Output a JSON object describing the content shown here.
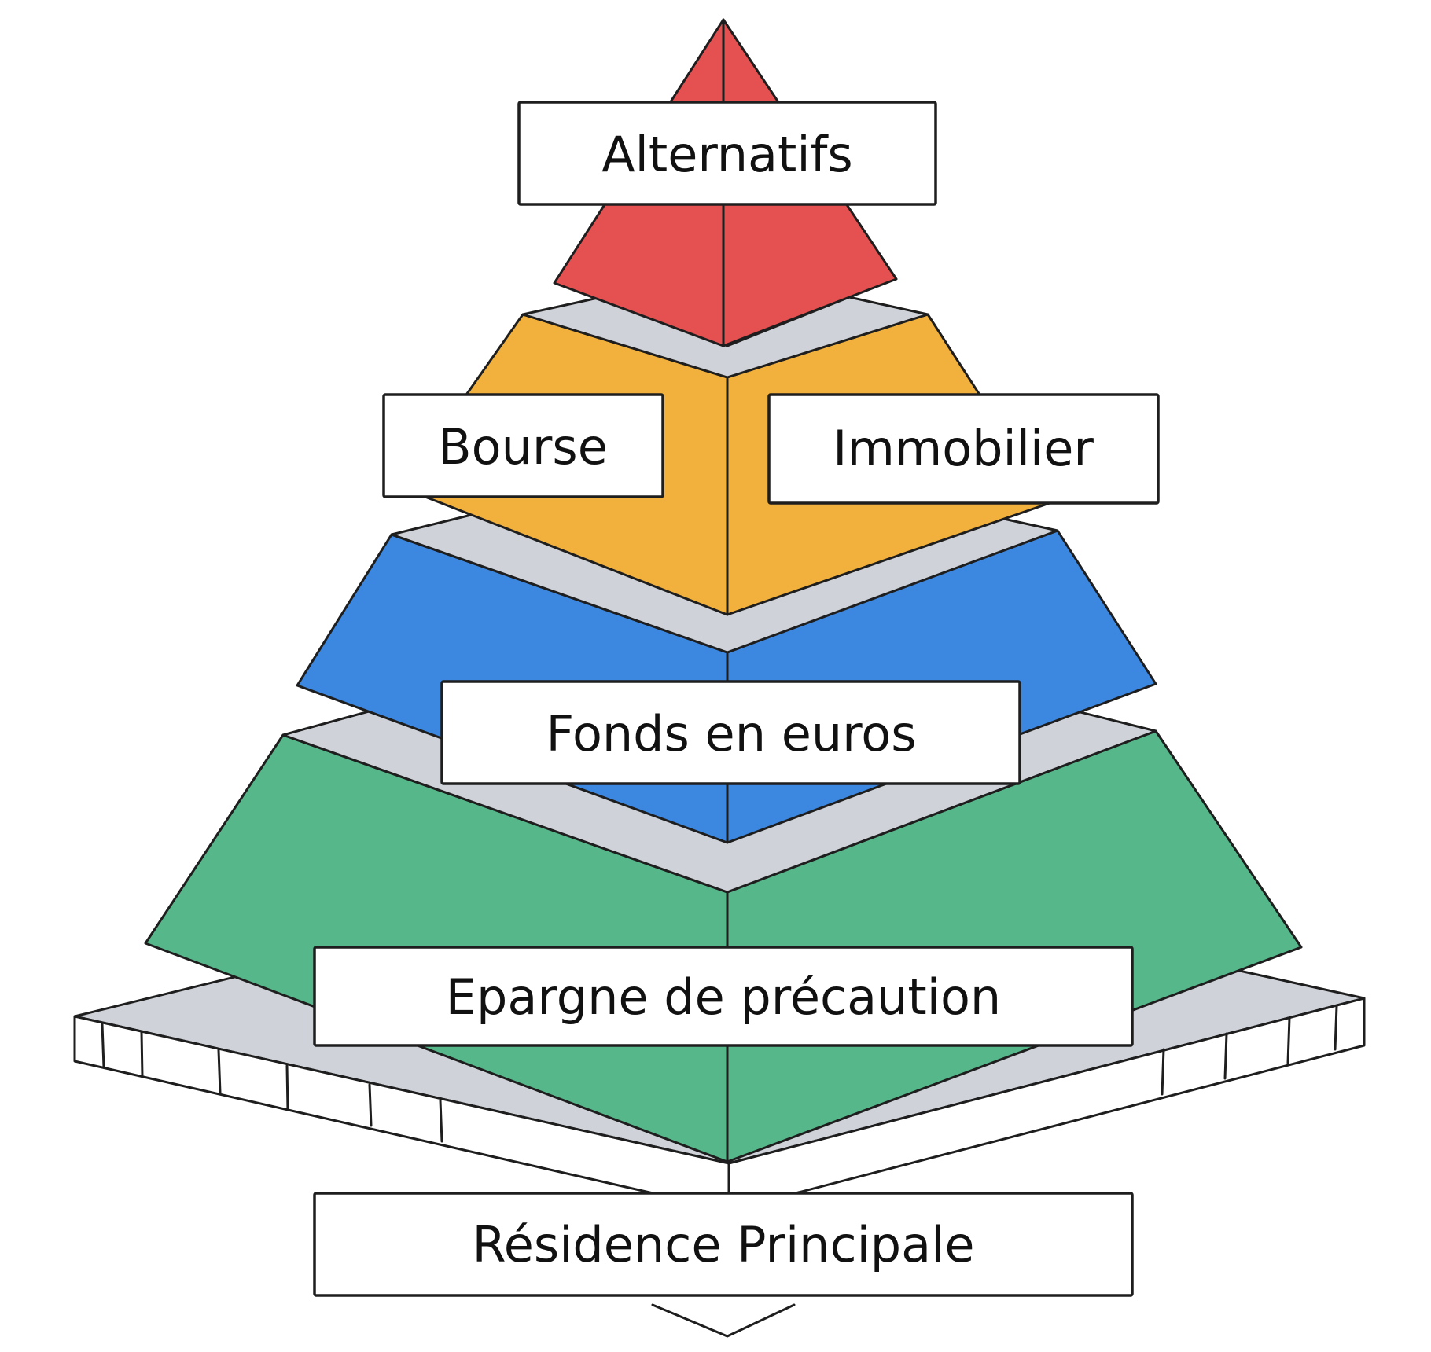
{
  "diagram": {
    "colors": {
      "alternatifs": "#e55050",
      "bourse_immobilier": "#f2b03c",
      "fonds": "#3c87e0",
      "epargne": "#55b78a",
      "base": "#cfd3d9",
      "outline": "#1e1e1e"
    },
    "labels": {
      "alternatifs": "Alternatifs",
      "bourse": "Bourse",
      "immobilier": "Immobilier",
      "fonds": "Fonds en euros",
      "epargne": "Epargne de précaution",
      "residence": "Résidence Principale"
    }
  }
}
